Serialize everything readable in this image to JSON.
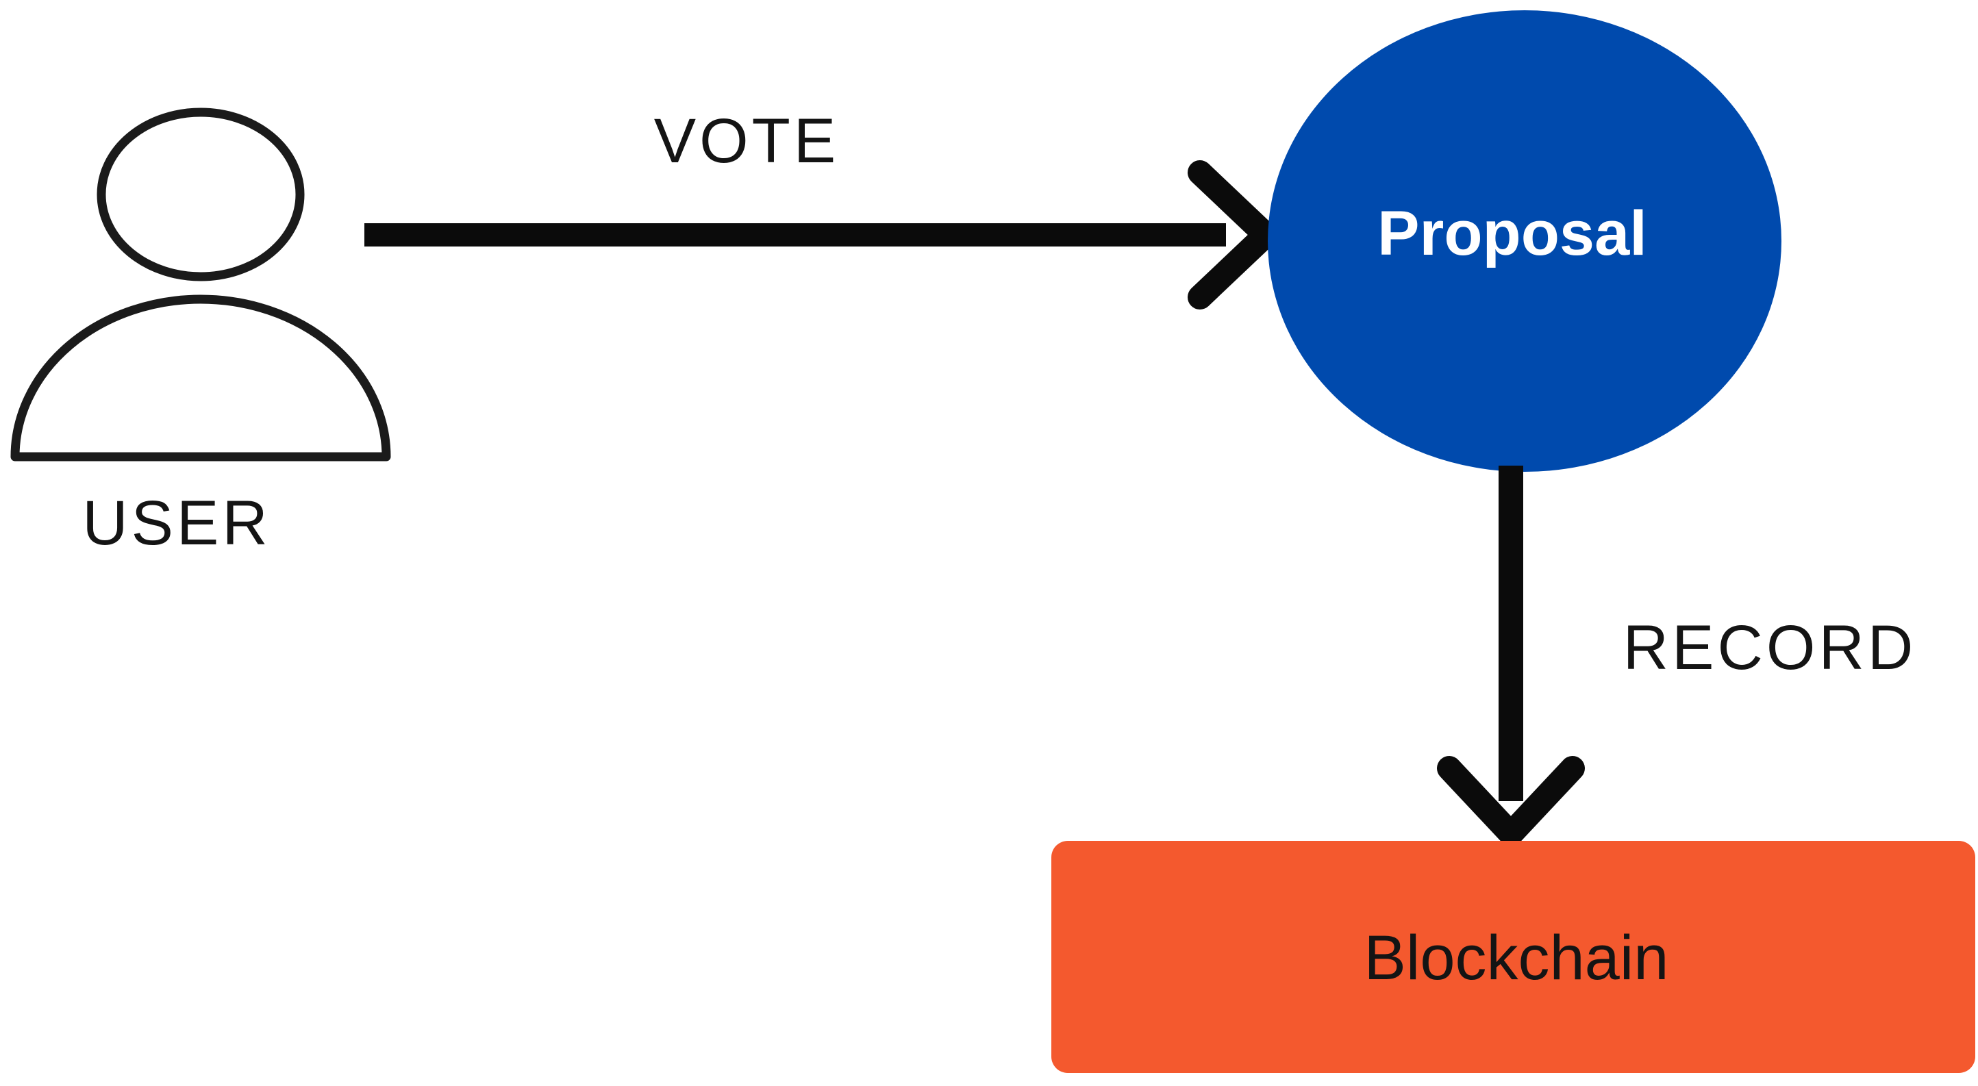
{
  "diagram": {
    "background": "#FFFFFF",
    "arrow_color": "#0B0B0B",
    "nodes": {
      "user": {
        "label": "USER",
        "icon": "person-icon",
        "color": "#1B1B1B"
      },
      "proposal": {
        "label": "Proposal",
        "shape": "ellipse",
        "color": "#004AAD",
        "text_color": "#FFFFFF"
      },
      "blockchain": {
        "label": "Blockchain",
        "shape": "rounded-rectangle",
        "color": "#F4592E",
        "text_color": "#141414"
      }
    },
    "edges": {
      "vote": {
        "label": "VOTE",
        "from": "user",
        "to": "proposal",
        "direction": "right"
      },
      "record": {
        "label": "RECORD",
        "from": "proposal",
        "to": "blockchain",
        "direction": "down"
      }
    }
  }
}
